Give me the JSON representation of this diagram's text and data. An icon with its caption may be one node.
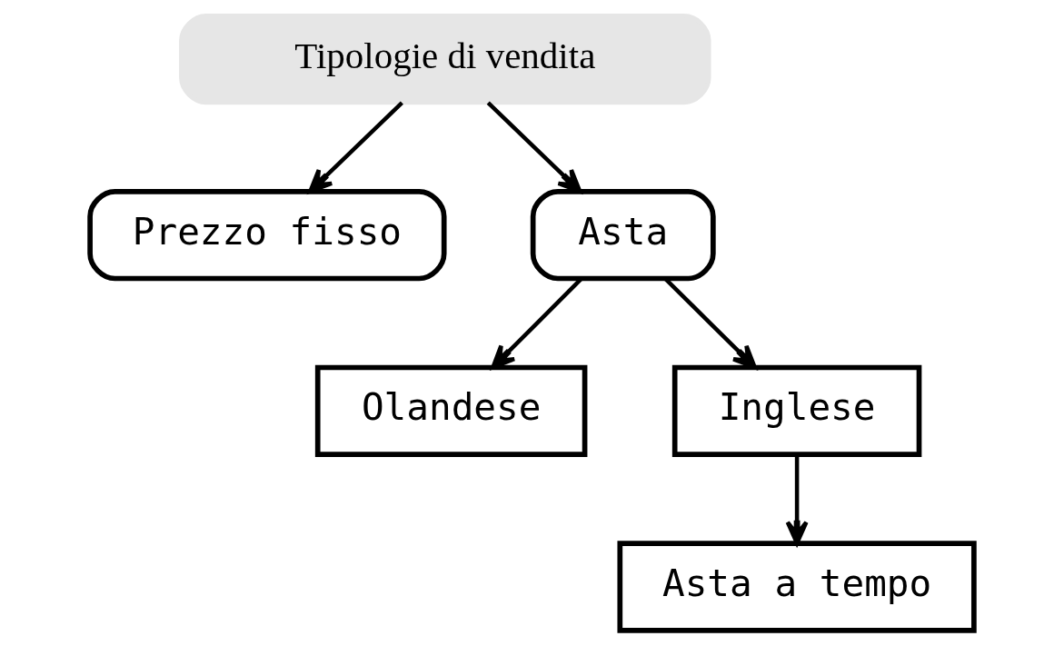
{
  "diagram": {
    "nodes": [
      {
        "text": [
          "Tipologie di vendita"
        ]
      },
      {
        "text": [
          "Prezzo fisso"
        ]
      },
      {
        "text": [
          "Asta"
        ]
      },
      {
        "text": [
          "Olandese"
        ]
      },
      {
        "text": [
          "Inglese"
        ]
      },
      {
        "text": [
          "Asta a tempo"
        ]
      }
    ],
    "edges": [
      {
        "from": 0,
        "to": 1,
        "arrow": "to"
      },
      {
        "from": 0,
        "to": 2,
        "arrow": "to"
      },
      {
        "from": 2,
        "to": 3,
        "arrow": "to"
      },
      {
        "from": 2,
        "to": 4,
        "arrow": "to"
      },
      {
        "from": 4,
        "to": 5,
        "arrow": "to"
      }
    ]
  }
}
